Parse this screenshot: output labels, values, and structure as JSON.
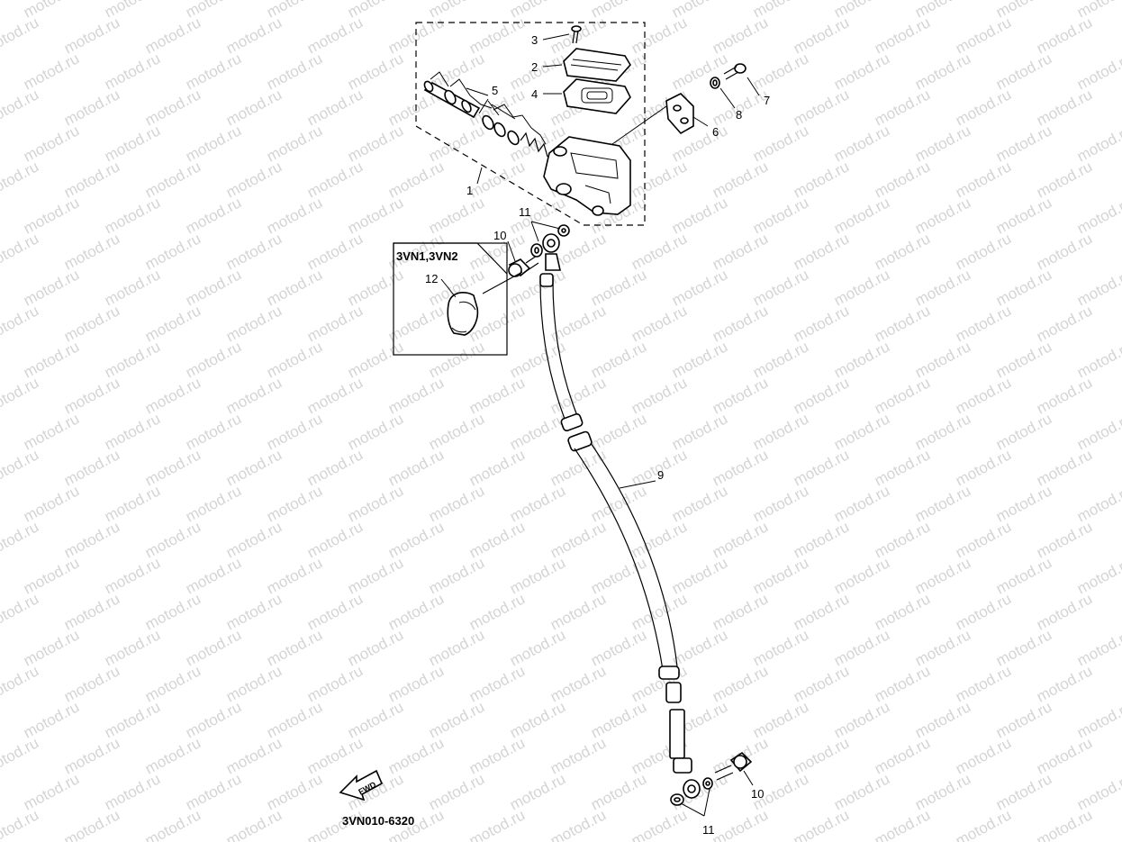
{
  "watermark": "motod.ru",
  "diagram_code": "3VN010-6320",
  "variant_label": "3VN1,3VN2",
  "fwd_label": "FWD",
  "callouts": {
    "c1": "1",
    "c2": "2",
    "c3": "3",
    "c4": "4",
    "c5": "5",
    "c6": "6",
    "c7": "7",
    "c8": "8",
    "c9": "9",
    "c10a": "10",
    "c10b": "10",
    "c11a": "11",
    "c11b": "11",
    "c12": "12"
  }
}
